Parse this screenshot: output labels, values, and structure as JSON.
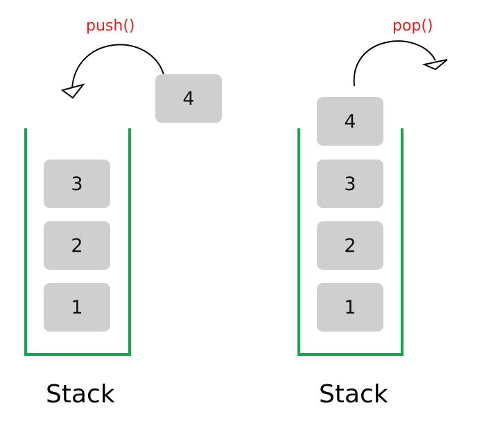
{
  "colors": {
    "operation": "#ee1c1c",
    "container": "#10a84c",
    "box": "#d0cfcf",
    "arrow": "#000000"
  },
  "push_panel": {
    "operation": "push()",
    "incoming": "4",
    "stack": [
      "3",
      "2",
      "1"
    ],
    "caption": "Stack"
  },
  "pop_panel": {
    "operation": "pop()",
    "stack": [
      "4",
      "3",
      "2",
      "1"
    ],
    "caption": "Stack"
  }
}
